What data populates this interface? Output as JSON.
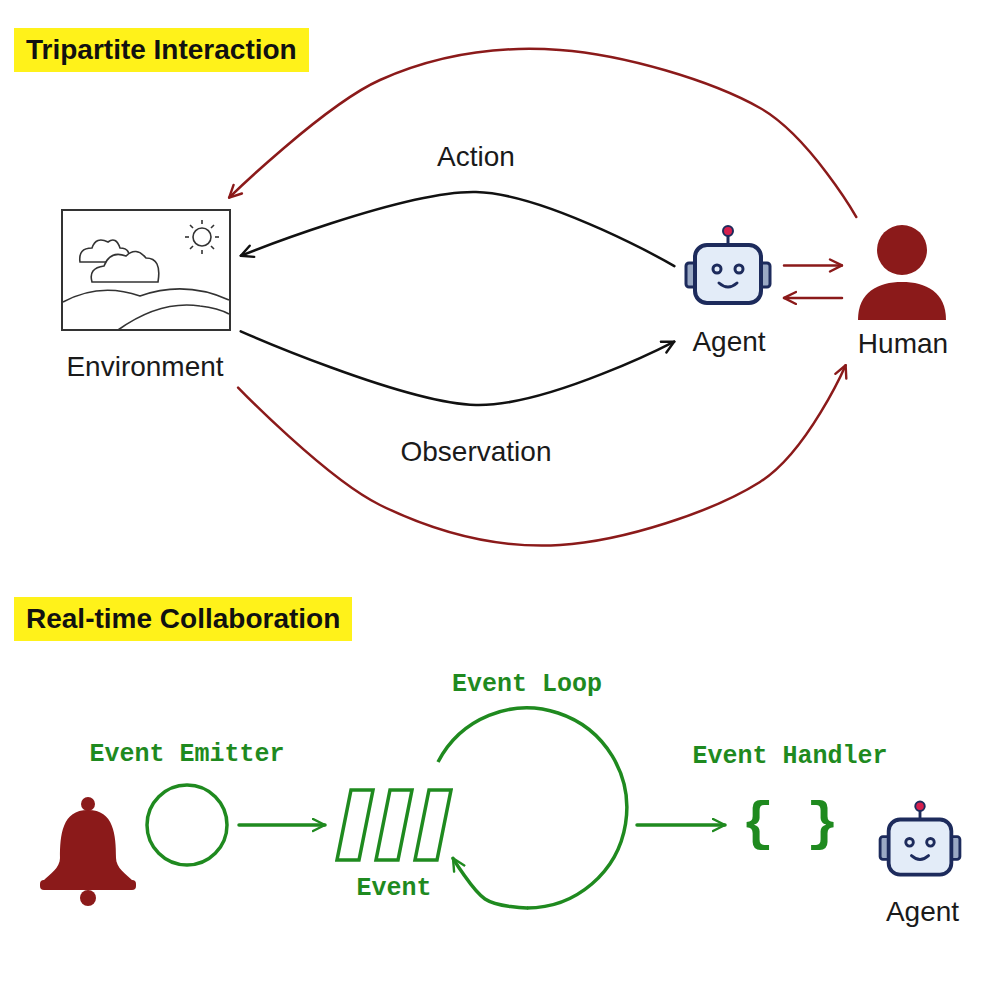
{
  "diagram": {
    "nodes": [
      {
        "text": [
          "Tripartite Interaction"
        ]
      },
      {
        "text": [
          "Environment"
        ]
      },
      {
        "text": [
          "Agent"
        ]
      },
      {
        "text": [
          "Human"
        ]
      },
      {
        "text": [
          "Real-time Collaboration"
        ]
      },
      {
        "text": [
          "Event Emitter"
        ]
      },
      {
        "text": [
          "Event"
        ]
      },
      {
        "text": [
          "Event Loop"
        ]
      },
      {
        "text": [
          "Event Handler",
          "{ }"
        ]
      },
      {
        "text": [
          "Agent"
        ]
      }
    ],
    "edges": [
      {
        "from": 2,
        "to": 1,
        "label": "Action",
        "arrow": "to"
      },
      {
        "from": 1,
        "to": 2,
        "label": "Observation",
        "arrow": "to"
      },
      {
        "from": 3,
        "to": 1,
        "arrow": "to"
      },
      {
        "from": 1,
        "to": 3,
        "arrow": "to"
      },
      {
        "from": 2,
        "to": 3,
        "arrow": "to"
      },
      {
        "from": 3,
        "to": 2,
        "arrow": "to"
      },
      {
        "from": 5,
        "to": 6,
        "arrow": "to"
      },
      {
        "from": 7,
        "to": 6,
        "arrow": "to"
      },
      {
        "from": 7,
        "to": 8,
        "arrow": "to"
      }
    ]
  }
}
